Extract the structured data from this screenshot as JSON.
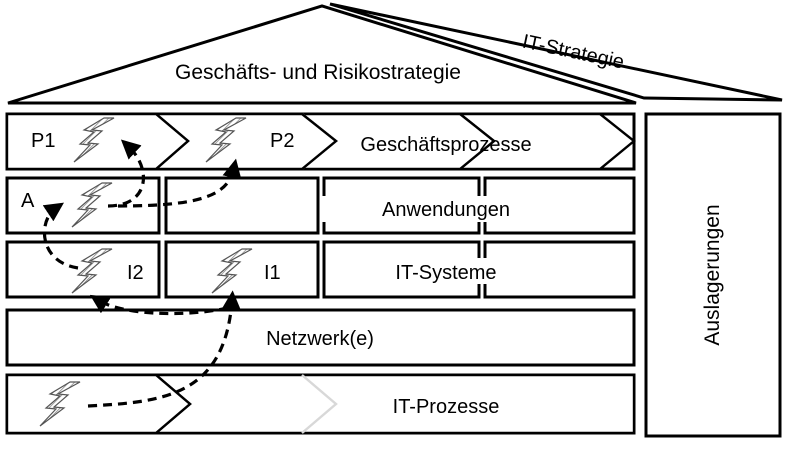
{
  "roof": {
    "strategy_label": "Geschäfts- und Risikostrategie",
    "it_strategy_label": "IT-Strategie"
  },
  "layers": {
    "processes": {
      "label": "Geschäftsprozesse",
      "markers": [
        "P1",
        "P2"
      ]
    },
    "applications": {
      "label": "Anwendungen",
      "markers": [
        "A"
      ]
    },
    "systems": {
      "label": "IT-Systeme",
      "markers": [
        "I2",
        "I1"
      ]
    },
    "network": {
      "label": "Netzwerk(e)"
    },
    "it_processes": {
      "label": "IT-Prozesse"
    }
  },
  "side_pillar": {
    "label": "Auslagerungen"
  },
  "icons": {
    "risk_marker": "lightning-bolt-icon"
  },
  "colors": {
    "stroke": "#000000",
    "background": "#ffffff",
    "ghost_chevron": "#d8d8d8",
    "bolt_hatch": "#9a9a9a"
  }
}
